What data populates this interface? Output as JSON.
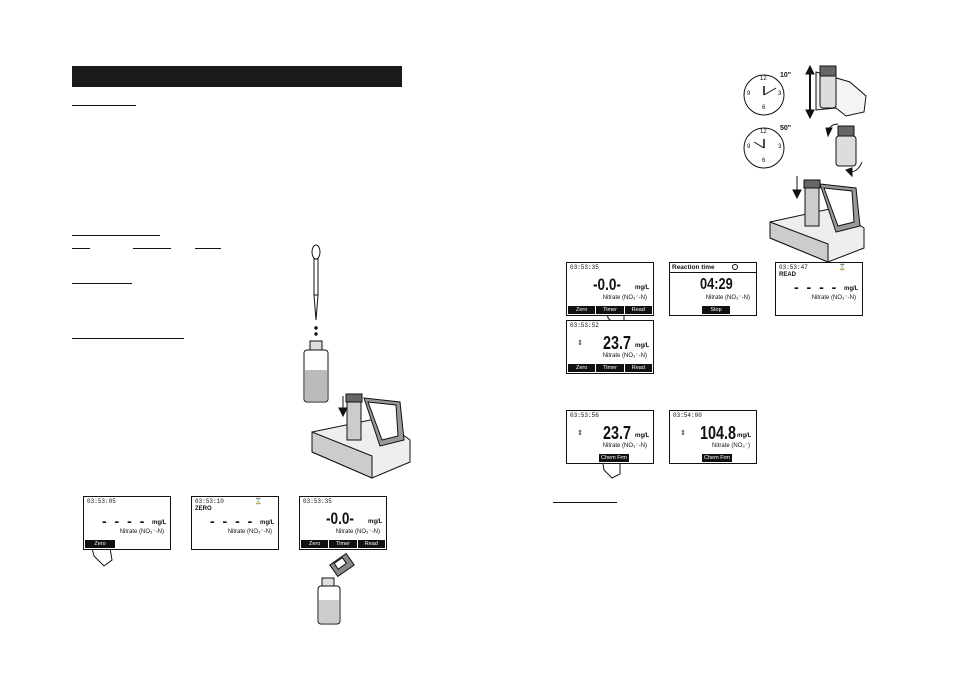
{
  "screens": [
    {
      "time": "03:53:05",
      "dashes": "- - - -",
      "unit": "mg/L",
      "param": "Nitrate (NO₃⁻-N)",
      "keys": [
        "Zero"
      ]
    },
    {
      "time": "03:53:10",
      "tag": "ZERO",
      "dashes": "- - - -",
      "unit": "mg/L",
      "param": "Nitrate (NO₃⁻-N)"
    },
    {
      "time": "03:53:35",
      "value": "-0.0-",
      "unit": "mg/L",
      "param": "Nitrate (NO₃⁻-N)",
      "keys": [
        "Zero",
        "Timer",
        "Read"
      ]
    },
    {
      "time": "03:53:35",
      "value": "-0.0-",
      "unit": "mg/L",
      "param": "Nitrate (NO₃⁻-N)",
      "keys": [
        "Zero",
        "Timer",
        "Read"
      ]
    },
    {
      "title": "Reaction time",
      "value": "04:29",
      "param": "Nitrate (NO₃⁻-N)",
      "keys": [
        "Stop"
      ]
    },
    {
      "time": "03:53:47",
      "tag": "READ",
      "dashes": "- - - -",
      "unit": "mg/L",
      "param": "Nitrate (NO₃⁻-N)"
    },
    {
      "time": "03:53:52",
      "value": "23.7",
      "unit": "mg/L",
      "param": "Nitrate (NO₃⁻-N)",
      "keys": [
        "Zero",
        "Timer",
        "Read"
      ]
    },
    {
      "time": "03:53:56",
      "value": "23.7",
      "unit": "mg/L",
      "param": "Nitrate (NO₃⁻-N)",
      "keys": [
        "Chem Frm"
      ]
    },
    {
      "time": "03:54:00",
      "value": "104.8",
      "unit": "mg/L",
      "param": "Nitrate (NO₃⁻)",
      "keys": [
        "Chem Frm"
      ]
    }
  ],
  "clocks": [
    {
      "label": "10\"",
      "numerals": [
        "12",
        "3",
        "6",
        "9"
      ]
    },
    {
      "label": "50\"",
      "numerals": [
        "12",
        "3",
        "6",
        "9"
      ]
    }
  ],
  "colors": {
    "header_bar": "#1a1a1a",
    "ink": "#111111"
  }
}
